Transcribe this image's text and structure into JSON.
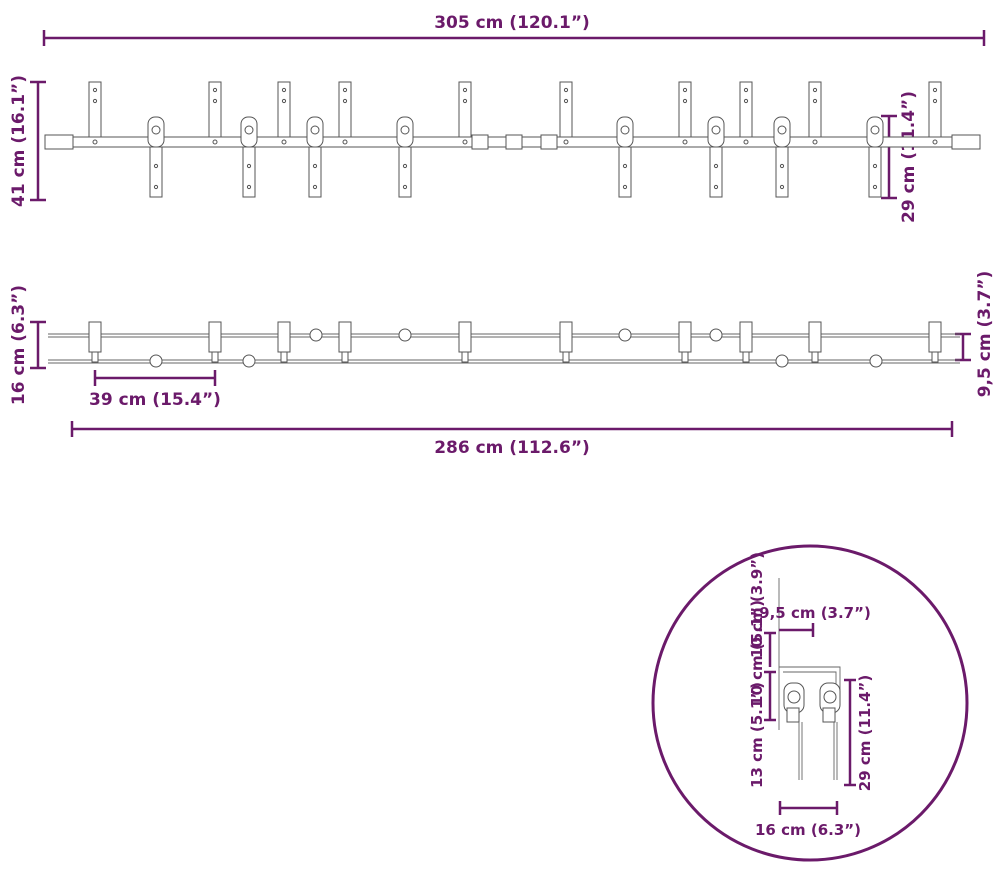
{
  "colors": {
    "dimension": "#6b1a6a",
    "part_stroke": "#555555",
    "background": "#ffffff"
  },
  "dimensions": {
    "top_width": "305 cm (120.1”)",
    "top_height": "41 cm (16.1”)",
    "hanger_height": "29 cm (11.4”)",
    "side_height": "16 cm (6.3”)",
    "hanger_spacing": "39 cm (15.4”)",
    "rail_length": "286 cm (112.6”)",
    "rail_offset": "9,5 cm (3.7”)",
    "detail_offset": "9,5 cm (3.7”)",
    "detail_top": "10 cm (3.9”)",
    "detail_bracket": "10 cm (5.1”)",
    "detail_height": "13 cm (5.1”)",
    "detail_hanger": "29 cm (11.4”)",
    "detail_width": "16 cm (6.3”)"
  }
}
